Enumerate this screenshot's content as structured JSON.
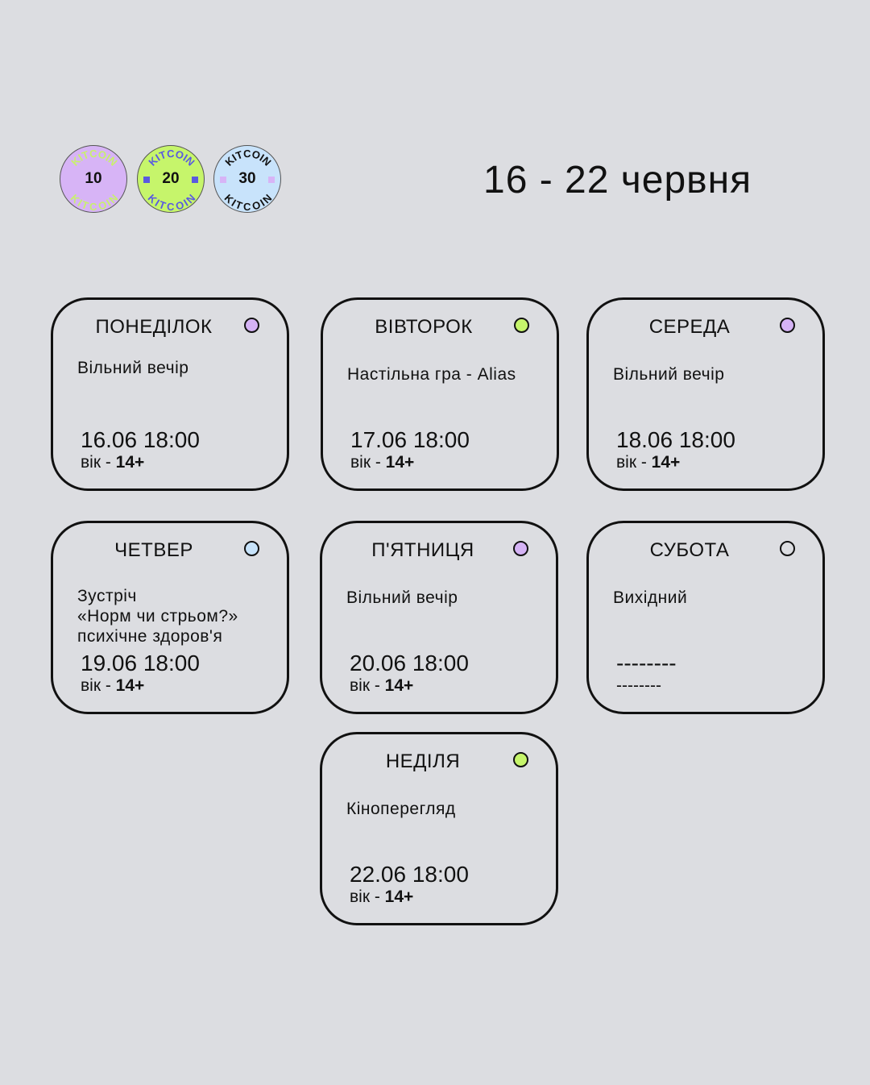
{
  "header": {
    "title": "16 - 22 червня"
  },
  "coins": [
    {
      "value": "10",
      "label": "KITCOIN",
      "color": "#d7b4f6",
      "text_color": "#c8f06e"
    },
    {
      "value": "20",
      "label": "KITCOIN",
      "color": "#c6f56b",
      "text_color": "#5a5ae0"
    },
    {
      "value": "30",
      "label": "KITCOIN",
      "color": "#c8e3fb",
      "text_color": "#111111"
    }
  ],
  "days": [
    {
      "day": "ПОНЕДІЛОК",
      "dot": "#d5b3f5",
      "desc": "Вільний вечір",
      "date": "16.06 18:00",
      "age_label": "вік - ",
      "age": "14+"
    },
    {
      "day": "ВІВТОРОК",
      "dot": "#c6f56b",
      "desc": "Настільна гра - Alias",
      "date": "17.06 18:00",
      "age_label": "вік - ",
      "age": "14+"
    },
    {
      "day": "СЕРЕДА",
      "dot": "#d5b3f5",
      "desc": "Вільний вечір",
      "date": "18.06 18:00",
      "age_label": "вік - ",
      "age": "14+"
    },
    {
      "day": "ЧЕТВЕР",
      "dot": "#c7e3fb",
      "desc": "Зустріч\n«Норм чи стрьом?»\nпсихічне здоров'я",
      "date": "19.06 18:00",
      "age_label": "вік - ",
      "age": "14+"
    },
    {
      "day": "П'ЯТНИЦЯ",
      "dot": "#d5b3f5",
      "desc": "Вільний вечір",
      "date": "20.06 18:00",
      "age_label": "вік - ",
      "age": "14+"
    },
    {
      "day": "СУБОТА",
      "dot": "#dcdde1",
      "desc": "Вихідний",
      "date": "--------",
      "age_label": "--------",
      "age": ""
    },
    {
      "day": "НЕДІЛЯ",
      "dot": "#c6f56b",
      "desc": "Кіноперегляд",
      "date": "22.06 18:00",
      "age_label": "вік - ",
      "age": "14+"
    }
  ]
}
